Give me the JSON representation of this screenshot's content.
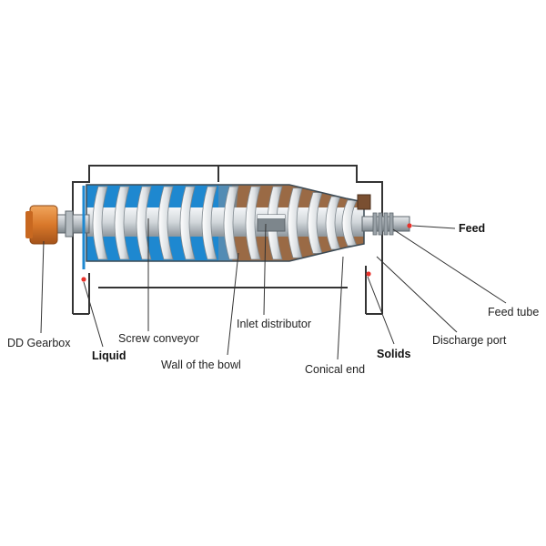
{
  "labels": {
    "feed": "Feed",
    "feed_tube": "Feed tube",
    "discharge_port": "Discharge port",
    "solids": "Solids",
    "conical_end": "Conical end",
    "inlet_distributor": "Inlet distributor",
    "wall_of_bowl": "Wall of the bowl",
    "screw_conveyor": "Screw conveyor",
    "liquid": "Liquid",
    "dd_gearbox": "DD Gearbox"
  },
  "colors": {
    "frame": "#333333",
    "liquid_blue": "#1e88d0",
    "solids_brown": "#9a6a45",
    "screw_silver": "#cfd4d8",
    "gearbox_orange": "#d9782a",
    "marker_red": "#e8322b"
  }
}
